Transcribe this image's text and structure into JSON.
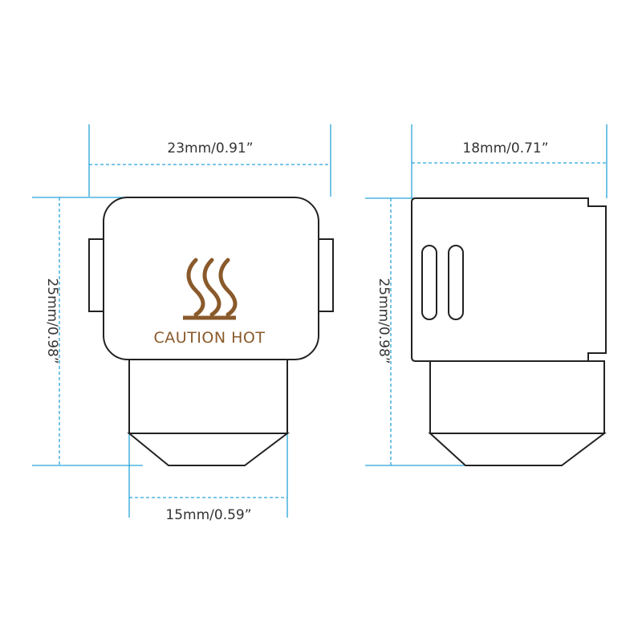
{
  "dimensions": {
    "front_width": "23mm/0.91”",
    "front_height": "25mm/0.98”",
    "nozzle_width": "15mm/0.59”",
    "side_width": "18mm/0.71”",
    "side_height": "25mm/0.98”"
  },
  "label": {
    "warning": "CAUTION HOT",
    "icon": "heat-waves-icon"
  },
  "colors": {
    "dimension_line": "#29a3d9",
    "outline": "#222222",
    "warning": "#8a5a2b"
  }
}
